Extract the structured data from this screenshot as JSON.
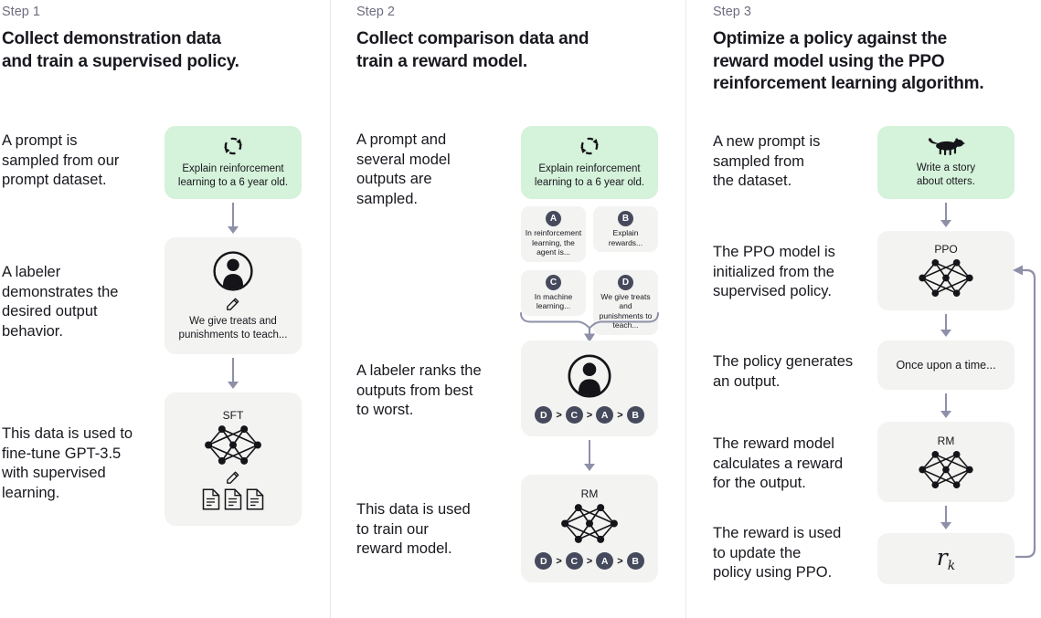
{
  "ui": {
    "rank_separator": ">"
  },
  "colors": {
    "background": "#ffffff",
    "divider": "#e7e7e7",
    "step_label_text": "#6e6e80",
    "heading_text": "#18181f",
    "body_text": "#18181f",
    "green_box": "#d5f2da",
    "gray_box": "#f3f3f1",
    "arrow": "#8e90a8",
    "badge": "#454a5c",
    "badge_text": "#ffffff",
    "icon": "#141419"
  },
  "icons": [
    "cycle-icon",
    "person-icon",
    "pencil-icon",
    "neural-network-icon",
    "document-icon",
    "otter-icon",
    "down-arrow",
    "brace-arrow",
    "feedback-arrow"
  ],
  "steps": [
    {
      "label": "Step 1",
      "heading": "Collect demonstration data\nand train a supervised policy.",
      "annotations": {
        "prompt": "A prompt is\nsampled from our\nprompt dataset.",
        "labeler": "A labeler\ndemonstrates the\ndesired output\nbehavior.",
        "finetune": "This data is used to\nfine-tune GPT-3.5\nwith supervised\nlearning."
      },
      "prompt_box": "Explain reinforcement\nlearning to a 6 year old.",
      "labeler_box": "We give treats and\npunishments to teach...",
      "model_label": "SFT"
    },
    {
      "label": "Step 2",
      "heading": "Collect comparison data and\ntrain a reward model.",
      "annotations": {
        "sampled": "A prompt and\nseveral model\noutputs are\nsampled.",
        "ranks": "A labeler ranks the\noutputs from best\nto worst.",
        "train": "This data is used\nto train our\nreward model."
      },
      "prompt_box": "Explain reinforcement\nlearning to a 6 year old.",
      "outputs": [
        {
          "letter": "A",
          "text": "In reinforcement\nlearning, the\nagent is..."
        },
        {
          "letter": "B",
          "text": "Explain rewards..."
        },
        {
          "letter": "C",
          "text": "In machine\nlearning..."
        },
        {
          "letter": "D",
          "text": "We give treats and\npunishments to\nteach..."
        }
      ],
      "ranking": [
        "D",
        "C",
        "A",
        "B"
      ],
      "model_label": "RM"
    },
    {
      "label": "Step 3",
      "heading": "Optimize a policy against the\nreward model using the PPO\nreinforcement learning algorithm.",
      "annotations": {
        "new_prompt": "A new prompt is\nsampled from\nthe dataset.",
        "init": "The PPO model is\ninitialized from the\nsupervised policy.",
        "generates": "The policy generates\nan output.",
        "reward": "The reward model\ncalculates a reward\nfor the output.",
        "update": "The reward is used\nto update the\npolicy using PPO."
      },
      "prompt_box": "Write a story\nabout otters.",
      "ppo_label": "PPO",
      "output_box": "Once upon a time...",
      "rm_label": "RM",
      "reward_symbol": "r",
      "reward_subscript": "k"
    }
  ]
}
